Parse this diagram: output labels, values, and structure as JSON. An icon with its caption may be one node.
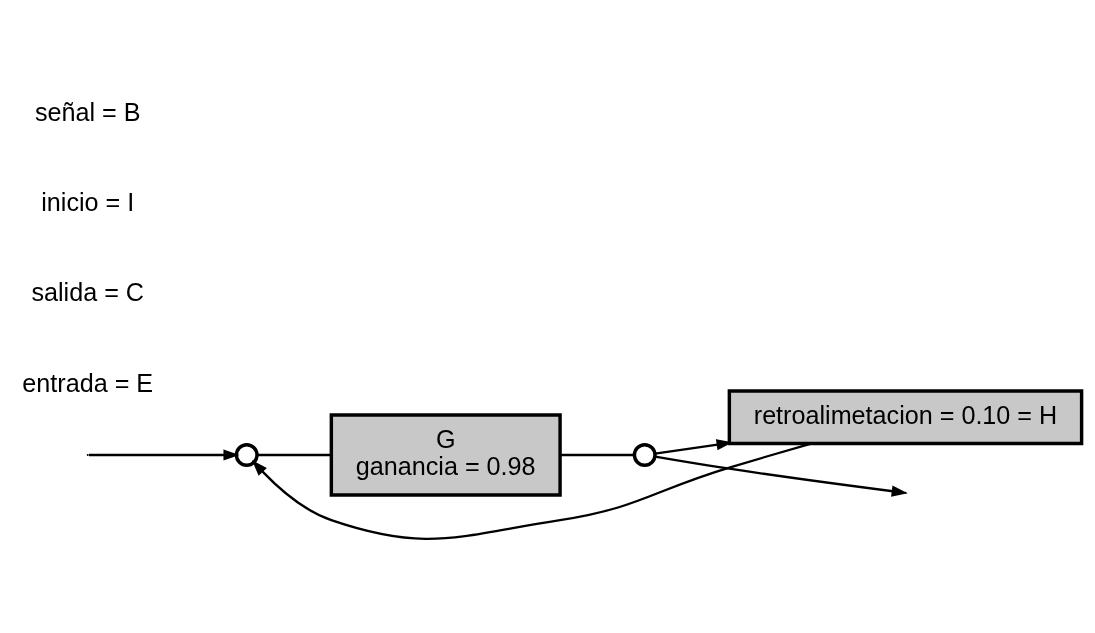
{
  "diagram": {
    "nodes": [
      {
        "text": [],
        "shape": "circle"
      },
      {
        "text": [
          "G",
          "ganancia = 0.98"
        ]
      },
      {
        "text": [],
        "shape": "circle"
      },
      {
        "text": [
          "retroalimetacion = 0.10 = H"
        ]
      }
    ],
    "edges": [
      {
        "from": null,
        "to": 0,
        "arrow": "to"
      },
      {
        "from": 0,
        "to": 1,
        "arrow": "none"
      },
      {
        "from": 1,
        "to": 2,
        "arrow": "none"
      },
      {
        "from": 2,
        "to": null,
        "arrow": "to"
      },
      {
        "from": 2,
        "to": 3,
        "arrow": "to"
      },
      {
        "from": 3,
        "to": 0,
        "arrow": "to"
      }
    ],
    "labels": [
      "entrada = E",
      "salida = C",
      "inicio = I",
      "señal = B"
    ]
  }
}
